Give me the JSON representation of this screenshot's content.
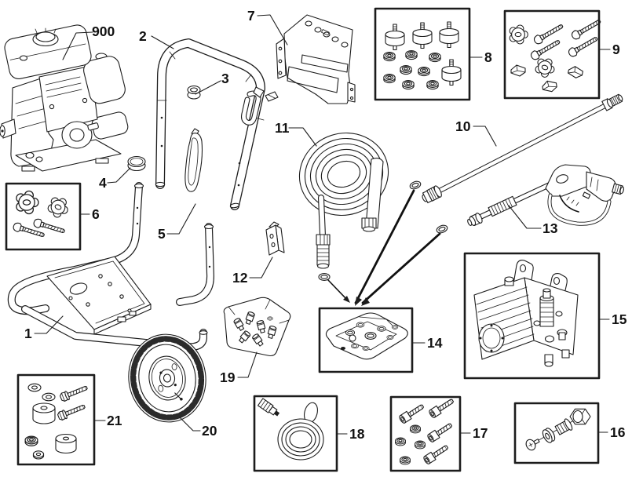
{
  "diagram": {
    "background": "#ffffff",
    "line_color": "#1c1c1c",
    "label_color": "#111111",
    "kind": "exploded-parts-diagram",
    "subject": "pressure-washer",
    "parts": [
      {
        "label": "900",
        "name": "engine",
        "boxed": false
      },
      {
        "label": "1",
        "name": "frame-base",
        "boxed": false
      },
      {
        "label": "2",
        "name": "handle",
        "boxed": false
      },
      {
        "label": "3",
        "name": "handle-grommet",
        "boxed": false
      },
      {
        "label": "4",
        "name": "tube-cap",
        "boxed": false
      },
      {
        "label": "5",
        "name": "hanger-strap",
        "boxed": false
      },
      {
        "label": "6",
        "name": "knob-and-bolt-kit",
        "boxed": true,
        "contents": "2 star knobs, 2 carriage bolts"
      },
      {
        "label": "7",
        "name": "panel-plate",
        "boxed": false
      },
      {
        "label": "8",
        "name": "vibration-mount-kit",
        "boxed": true,
        "contents": "4 vibration isolators, 8 flange nuts"
      },
      {
        "label": "9",
        "name": "handle-hardware-kit",
        "boxed": true,
        "contents": "4 bolts, 2 knobs, 3 end caps"
      },
      {
        "label": "10",
        "name": "spray-wand",
        "boxed": false
      },
      {
        "label": "11",
        "name": "high-pressure-hose",
        "boxed": false
      },
      {
        "label": "12",
        "name": "clip-bracket",
        "boxed": false
      },
      {
        "label": "13",
        "name": "spray-gun",
        "boxed": false
      },
      {
        "label": "14",
        "name": "o-ring-kit",
        "boxed": true,
        "contents": "o-ring and seal assortment on pad"
      },
      {
        "label": "15",
        "name": "pump-assembly",
        "boxed": true,
        "contents": "pump"
      },
      {
        "label": "16",
        "name": "outlet-fitting-kit",
        "boxed": true,
        "contents": "hex cap, plug, retainer, screw"
      },
      {
        "label": "17",
        "name": "pump-fastener-kit",
        "boxed": true,
        "contents": "4 socket-head bolts, 4 flange nuts"
      },
      {
        "label": "18",
        "name": "siphon-hose-kit",
        "boxed": true,
        "contents": "hose coil with filter fitting"
      },
      {
        "label": "19",
        "name": "nozzle-kit",
        "boxed": false,
        "contents": "assorted quick-connect nozzles in bag"
      },
      {
        "label": "20",
        "name": "wheel",
        "boxed": false
      },
      {
        "label": "21",
        "name": "axle-hardware-kit",
        "boxed": true,
        "contents": "washers, spacers, bolts, nuts"
      }
    ]
  }
}
